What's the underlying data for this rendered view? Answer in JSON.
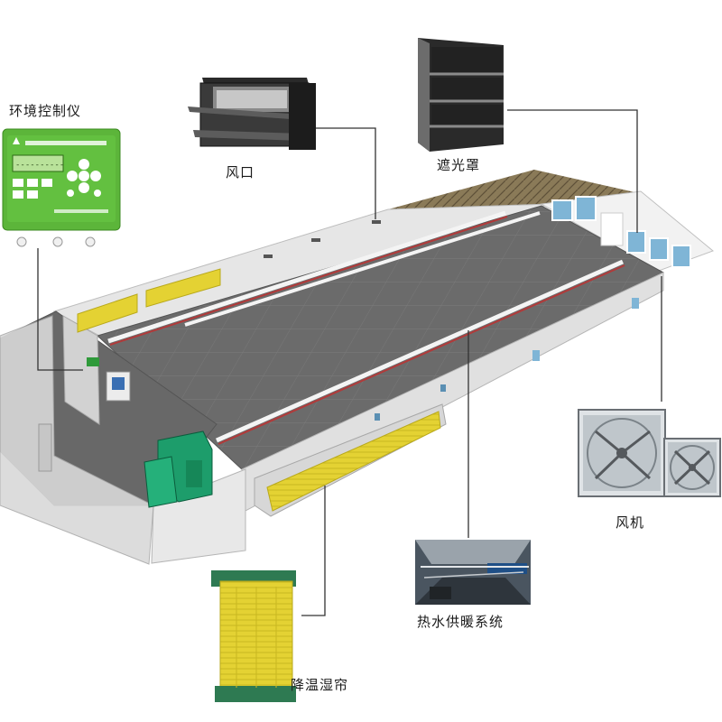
{
  "labels": {
    "controller": "环境控制仪",
    "air_inlet": "风口",
    "light_filter": "遮光罩",
    "fan": "风机",
    "heating": "热水供暖系统",
    "cooling_pad": "降温湿帘"
  },
  "controller_screen": "----------",
  "colors": {
    "controller_green": "#5cb53a",
    "floor": "#6b6b6b",
    "wall": "#ececec",
    "pad_yellow": "#e4d233",
    "roof_brown": "#7a6a4e",
    "fan_blue": "#7fb5d6",
    "leader_line": "#333333"
  }
}
